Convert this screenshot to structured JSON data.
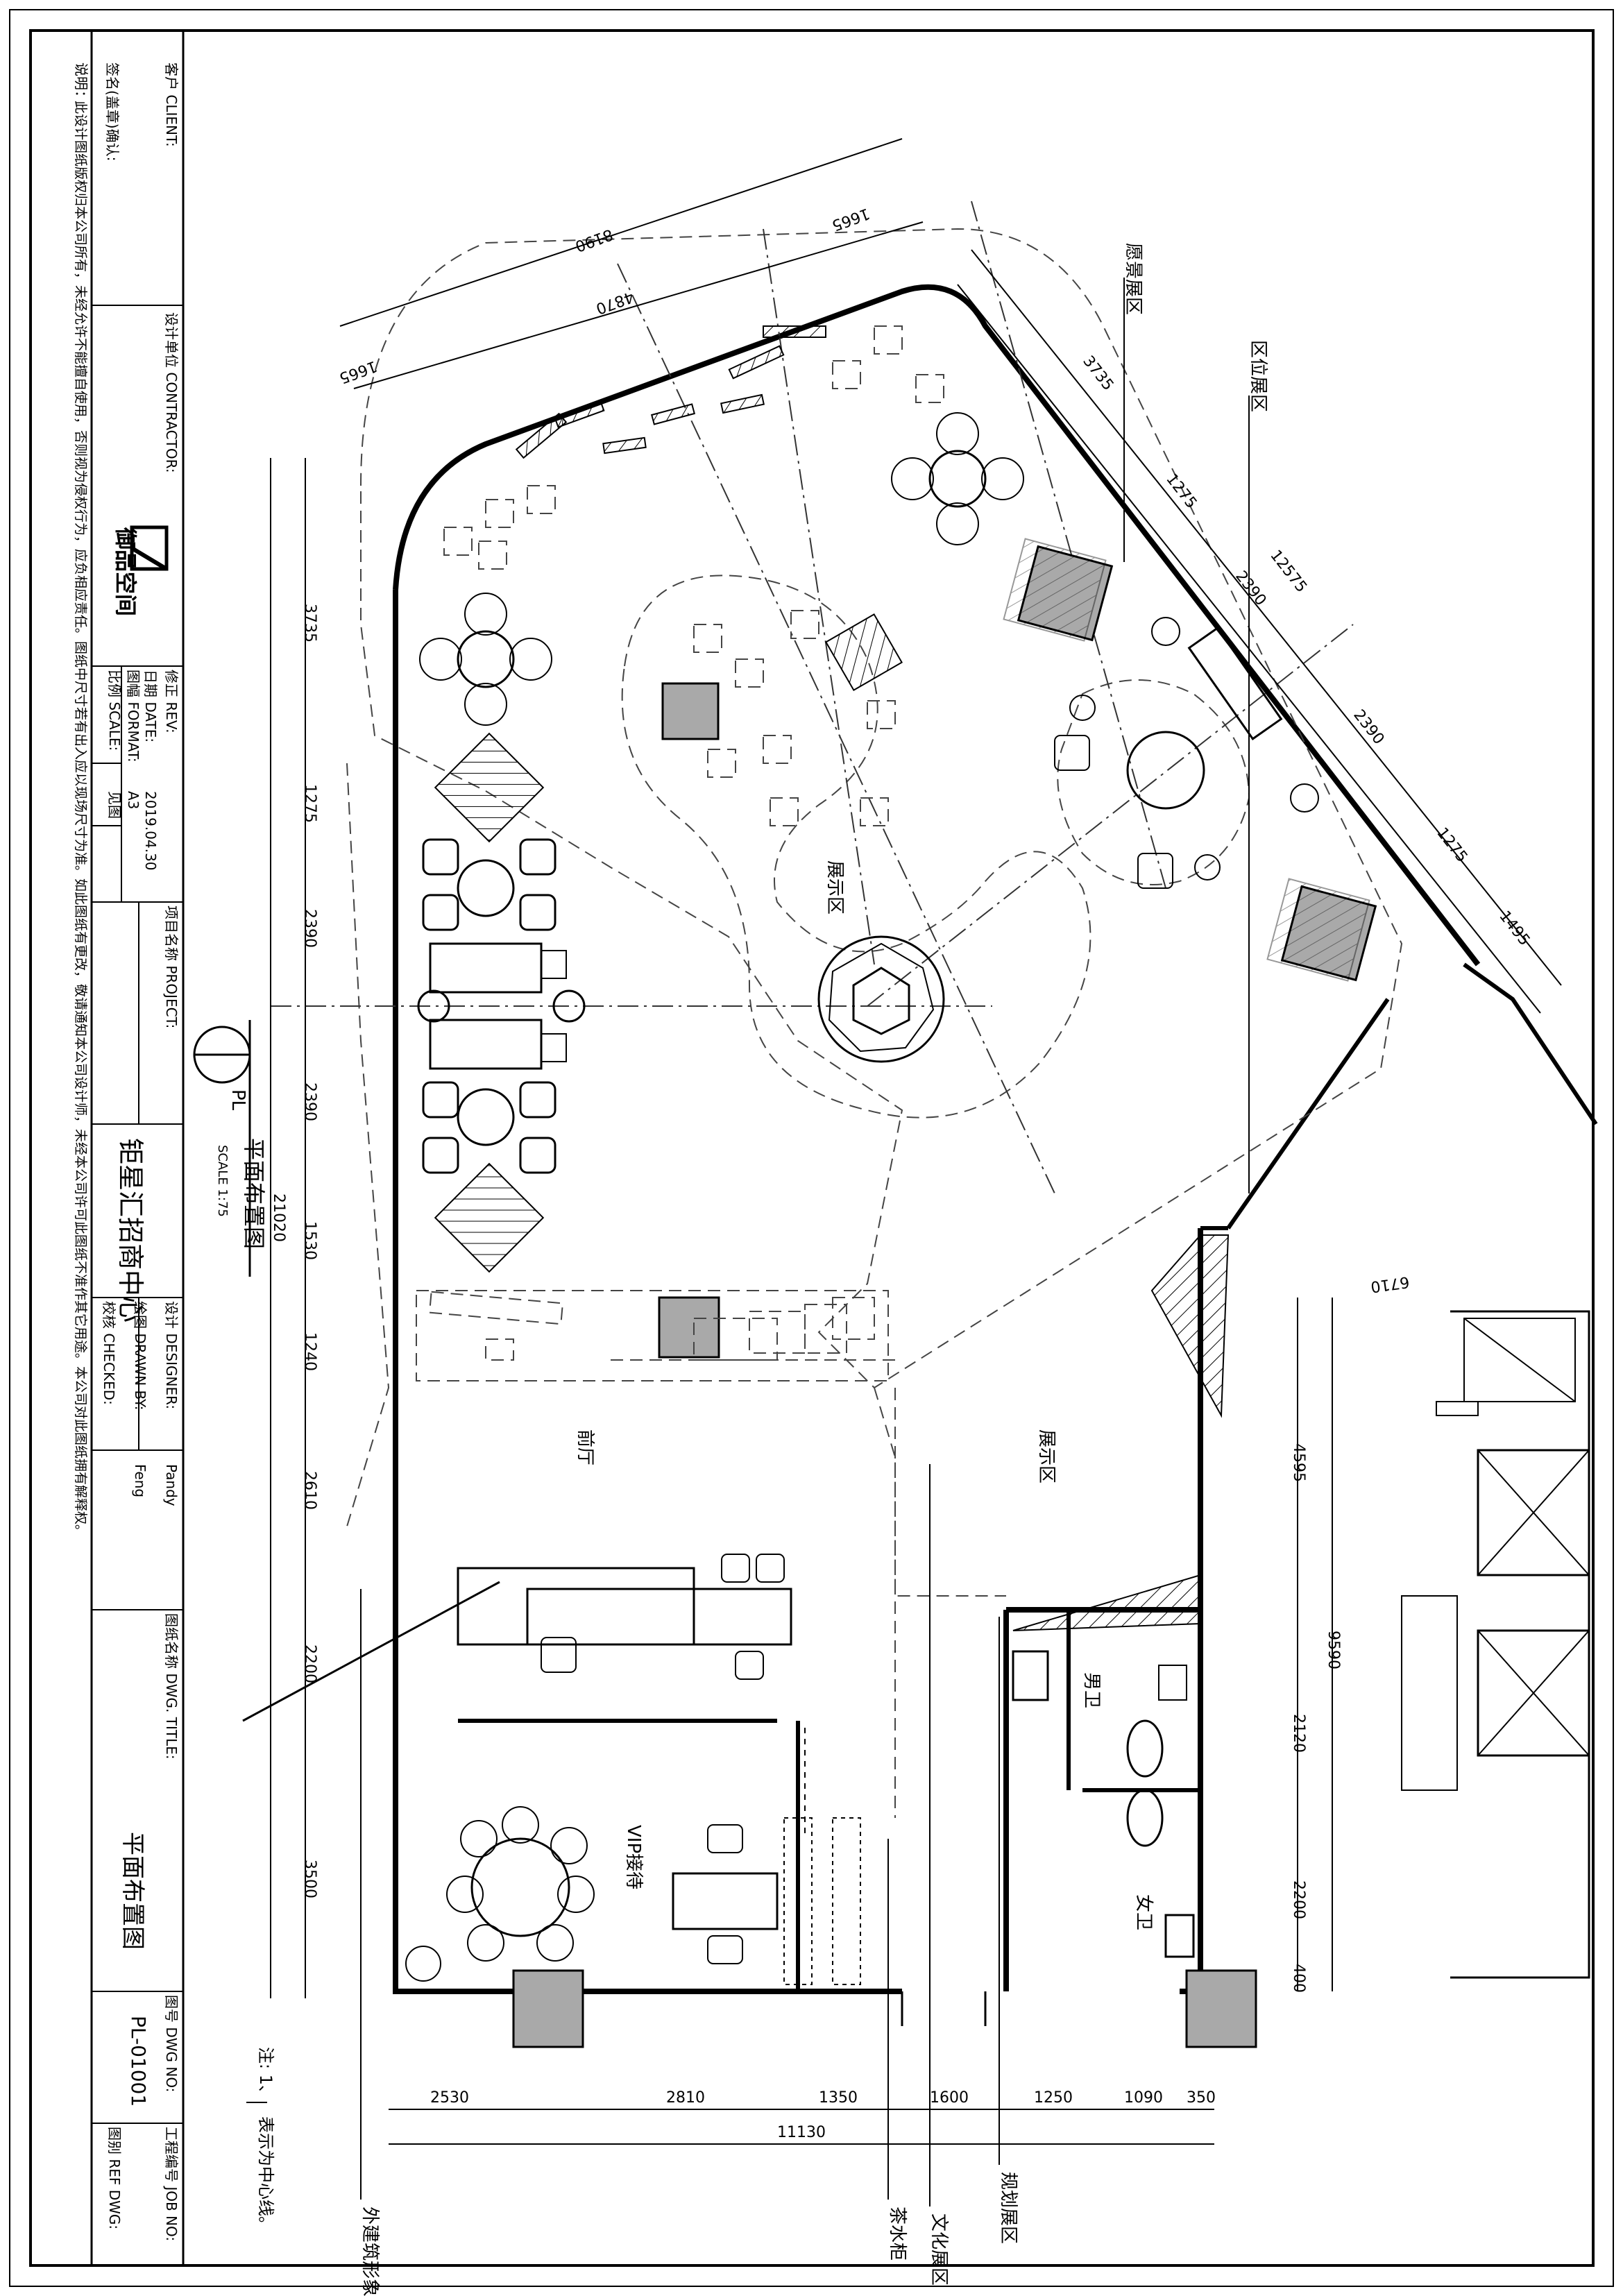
{
  "title_block": {
    "client_label": "客户 CLIENT:",
    "sign_label": "签名(盖章)确认:",
    "designer_unit_label": "设计单位 CONTRACTOR:",
    "company_name": "御品空间",
    "note_label": "说明：",
    "note_text": "此设计图纸版权归本公司所有，未经允许不能擅自使用，否则视为侵权行为，应负相应责任。图纸中尺寸若有出入应以现场尺寸为准。如此图纸有更改，敬请通知本公司设计师，未经本公司许可此图纸不准作其它用途。本公司对此图纸拥有解释权。",
    "rev_label": "修正 REV:",
    "date_label": "日期 DATE:",
    "date_value": "2019.04.30",
    "format_label": "图幅 FORMAT:",
    "format_value": "A3",
    "scale_label": "比例 SCALE:",
    "scale_value": "见图",
    "project_label": "项目名称 PROJECT:",
    "project_name": "钜星汇招商中心",
    "designer_label": "设计 DESIGNER:",
    "designer_value": "Pandy",
    "drawn_label": "绘图 DRAWN BY:",
    "drawn_value": "Feng",
    "checked_label": "校核 CHECKED:",
    "dwg_title_label": "图纸名称 DWG. TITLE:",
    "dwg_title": "平面布置图",
    "dwg_no_label": "图号 DWG NO:",
    "dwg_no": "PL-01001",
    "job_no_label": "工程编号 JOB NO:",
    "ref_dwg_label": "图别 REF DWG:"
  },
  "drawing_title": {
    "code": "PL",
    "name": "平面布置图",
    "scale": "SCALE  1:75"
  },
  "rooms": {
    "lobby": "前厅",
    "exhibit_1": "展示区",
    "exhibit_2": "展示区",
    "vip": "VIP接待",
    "mens": "男卫",
    "womens": "女卫"
  },
  "callouts": {
    "vision": "愿景展区",
    "location": "区位展区",
    "facade": "外建筑形象墙",
    "culture": "文化展区",
    "planning": "规划展区",
    "tea": "茶水柜"
  },
  "note": {
    "prefix": "注: 1、",
    "text": "表示为中心线。"
  },
  "dimensions": {
    "left": [
      "3735",
      "1275",
      "2390",
      "2390",
      "1530",
      "1240",
      "2610",
      "2200",
      "3500"
    ],
    "left_total": "21020",
    "bottom": [
      "2530",
      "2810",
      "1350",
      "1600",
      "1250",
      "1090",
      "350"
    ],
    "bottom_total": "11130",
    "right": [
      "4595",
      "2120",
      "2200",
      "400"
    ],
    "right_total": "9590",
    "top": [
      "1665",
      "4870",
      "1665"
    ],
    "top_total": "8190",
    "diagonal": [
      "3735",
      "1275",
      "2390",
      "2390",
      "1275",
      "1495"
    ],
    "diagonal_total": "12575",
    "side_wall": "6710"
  }
}
